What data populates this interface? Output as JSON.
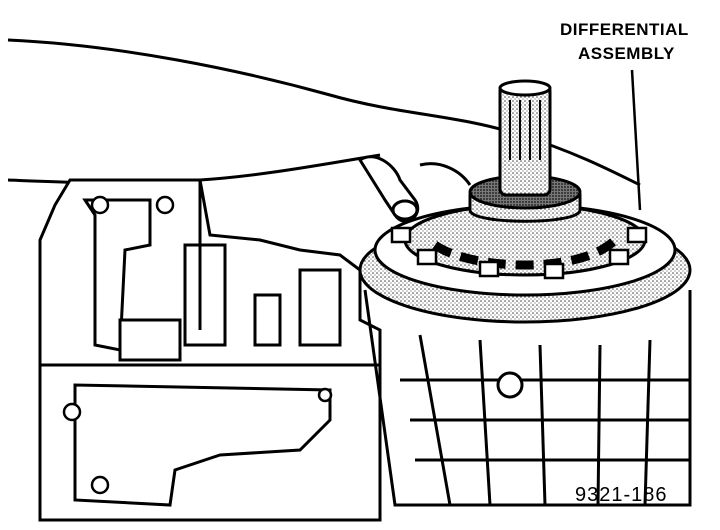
{
  "callout": {
    "line1": "DIFFERENTIAL",
    "line2": "ASSEMBLY"
  },
  "figure_number": "9321-186",
  "colors": {
    "ink": "#000000",
    "paper": "#ffffff",
    "shade": "#9a9a9a"
  },
  "icons": [
    "differential-assembly-drawing",
    "transaxle-case-drawing",
    "hand-drawing"
  ]
}
